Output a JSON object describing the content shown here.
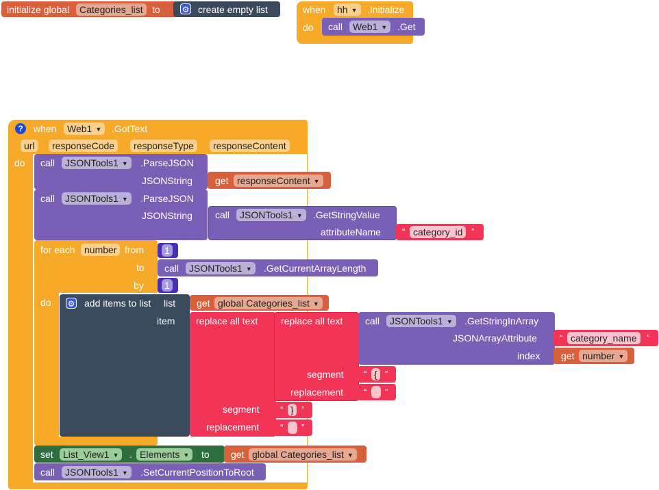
{
  "init_block": {
    "keyword": "initialize global",
    "var_name": "Categories_list",
    "to": "to",
    "value": "create empty list"
  },
  "init_event": {
    "when": "when",
    "component": "hh",
    "event": ".Initialize",
    "do": "do",
    "call": "call",
    "call_component": "Web1",
    "call_method": ".Get"
  },
  "got_text": {
    "when": "when",
    "component": "Web1",
    "event": ".GotText",
    "params": [
      "url",
      "responseCode",
      "responseType",
      "responseContent"
    ],
    "do": "do",
    "parse1": {
      "call": "call",
      "component": "JSONTools1",
      "method": ".ParseJSON",
      "arg_label": "JSONString",
      "get": "get",
      "get_var": "responseContent"
    },
    "parse2": {
      "call": "call",
      "component": "JSONTools1",
      "method": ".ParseJSON",
      "arg_label": "JSONString",
      "inner_call": "call",
      "inner_component": "JSONTools1",
      "inner_method": ".GetStringValue",
      "attr_label": "attributeName",
      "attr_value": "category_id"
    },
    "for_each": {
      "label": "for each",
      "var": "number",
      "from_label": "from",
      "from_value": "1",
      "to_label": "to",
      "to_call": "call",
      "to_component": "JSONTools1",
      "to_method": ".GetCurrentArrayLength",
      "by_label": "by",
      "by_value": "1",
      "do": "do"
    },
    "add_items": {
      "label": "add items to list",
      "list_label": "list",
      "get": "get",
      "list_var": "global Categories_list",
      "item_label": "item",
      "replace_outer": "replace all text",
      "replace_inner": "replace all text",
      "inner_call": "call",
      "inner_component": "JSONTools1",
      "inner_method": ".GetStringInArray",
      "json_attr_label": "JSONArrayAttribute",
      "json_attr_value": "category_name",
      "index_label": "index",
      "index_get": "get",
      "index_var": "number",
      "segment_label": "segment",
      "seg_inner": "{",
      "replacement_label": "replacement",
      "rep_inner": "",
      "seg_outer": "}",
      "rep_outer": ""
    },
    "set_block": {
      "set": "set",
      "component": "List_View1",
      "dot": ".",
      "property": "Elements",
      "to": "to",
      "get": "get",
      "var": "global Categories_list"
    },
    "final_call": {
      "call": "call",
      "component": "JSONTools1",
      "method": ".SetCurrentPositionToRoot"
    }
  },
  "quote_open": "“",
  "quote_close": "”",
  "colors": {
    "variable": "#d9603d",
    "list": "#3a4a5c",
    "event": "#f7aa2a",
    "procedure": "#7a5fb6",
    "math": "#4a2fb5",
    "text": "#f23457",
    "setter": "#2d6d3e"
  }
}
